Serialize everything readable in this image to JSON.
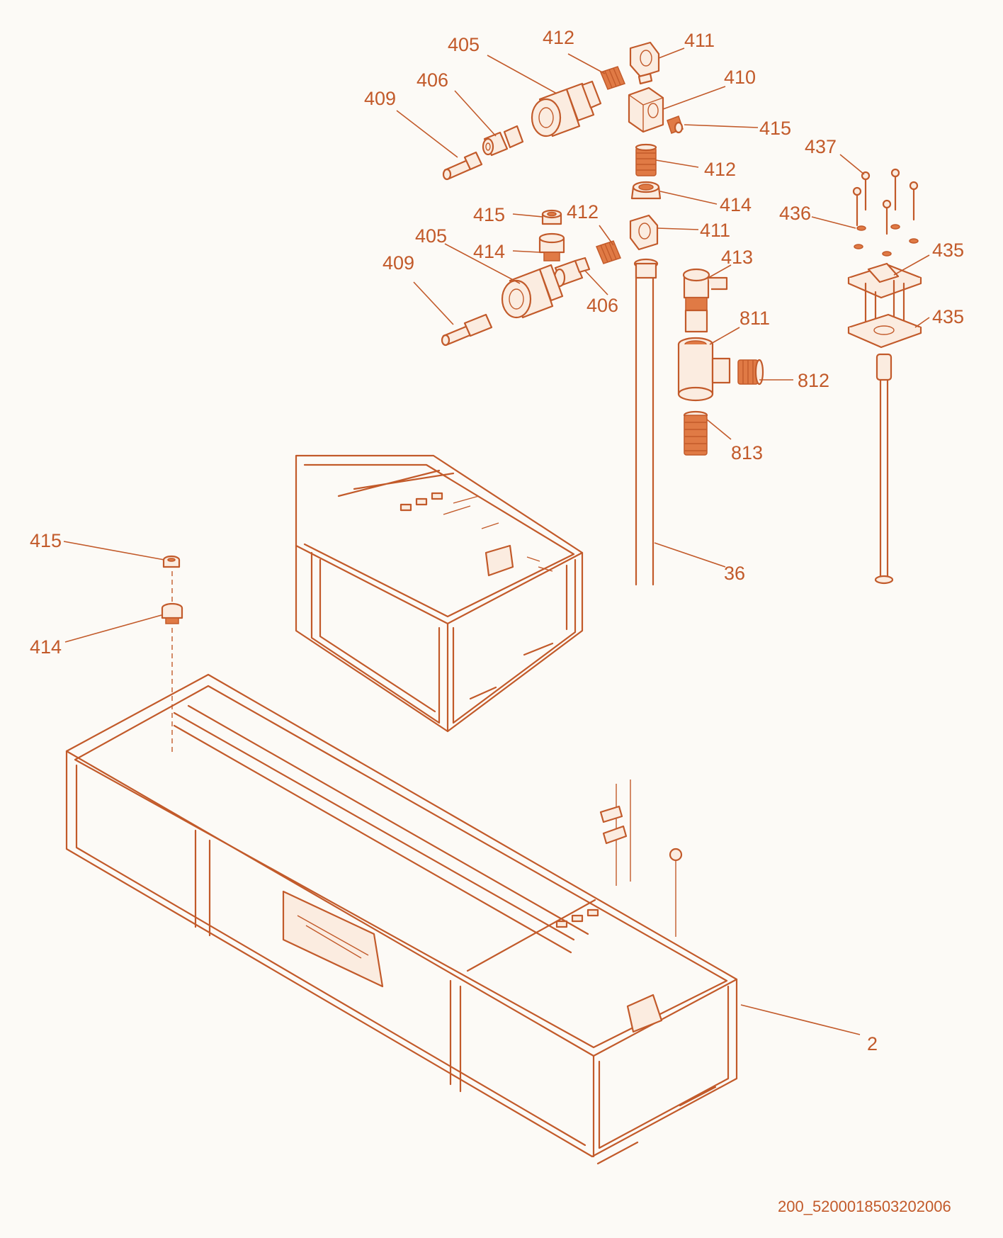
{
  "document_id": "200_5200018503202006",
  "callouts": [
    {
      "id": "405-top",
      "text": "405"
    },
    {
      "id": "412-top",
      "text": "412"
    },
    {
      "id": "411-top",
      "text": "411"
    },
    {
      "id": "406-top",
      "text": "406"
    },
    {
      "id": "410",
      "text": "410"
    },
    {
      "id": "409-top",
      "text": "409"
    },
    {
      "id": "415-top",
      "text": "415"
    },
    {
      "id": "437",
      "text": "437"
    },
    {
      "id": "412-mid",
      "text": "412"
    },
    {
      "id": "414-mid",
      "text": "414"
    },
    {
      "id": "436",
      "text": "436"
    },
    {
      "id": "415-mid",
      "text": "415"
    },
    {
      "id": "412-low",
      "text": "412"
    },
    {
      "id": "411-low",
      "text": "411"
    },
    {
      "id": "405-low",
      "text": "405"
    },
    {
      "id": "414-low",
      "text": "414"
    },
    {
      "id": "435-top",
      "text": "435"
    },
    {
      "id": "409-low",
      "text": "409"
    },
    {
      "id": "413",
      "text": "413"
    },
    {
      "id": "406-low",
      "text": "406"
    },
    {
      "id": "811",
      "text": "811"
    },
    {
      "id": "435-low",
      "text": "435"
    },
    {
      "id": "812",
      "text": "812"
    },
    {
      "id": "813",
      "text": "813"
    },
    {
      "id": "415-left",
      "text": "415"
    },
    {
      "id": "36",
      "text": "36"
    },
    {
      "id": "414-left",
      "text": "414"
    },
    {
      "id": "2",
      "text": "2"
    }
  ]
}
